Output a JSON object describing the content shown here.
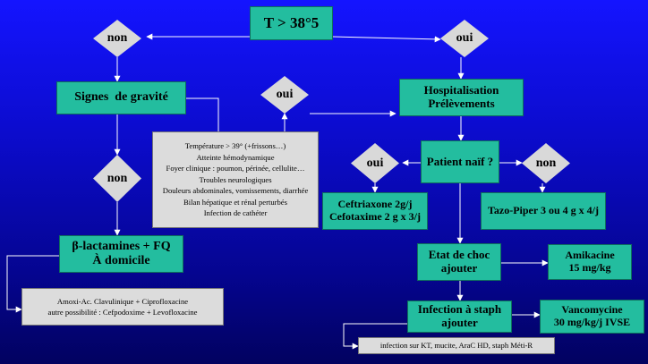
{
  "nodes": {
    "fever": "T > 38°5",
    "severity_signs": "Signes  de gravité",
    "hospitalisation": [
      "Hospitalisation",
      "Prélèvements"
    ],
    "naive_patient": "Patient naïf ?",
    "ceftriaxone": [
      "Ceftriaxone 2g/j",
      "Cefotaxime 2 g x 3/j"
    ],
    "tazo": "Tazo-Piper 3 ou 4 g x 4/j",
    "shock": [
      "Etat de choc",
      "ajouter"
    ],
    "amikacine": [
      "Amikacine",
      "15 mg/kg"
    ],
    "staph": [
      "Infection à staph",
      "ajouter"
    ],
    "vancomycine": [
      "Vancomycine",
      "30 mg/kg/j IVSE"
    ],
    "lactamines": [
      "β-lactamines + FQ",
      "À domicile"
    ]
  },
  "decisions": {
    "non_top": "non",
    "oui_top": "oui",
    "oui_mid": "oui",
    "non_left": "non",
    "oui_right": "oui",
    "non_right": "non"
  },
  "notes": {
    "severity_criteria": [
      "Température > 39° (+frissons…)",
      "Atteinte hémodynamique",
      "Foyer clinique : poumon, périnée, cellulite…",
      "Troubles neurologiques",
      "Douleurs abdominales, vomissements, diarrhée",
      "Bilan hépatique et rénal perturbés",
      "Infection de cathéter"
    ],
    "outpatient": [
      "Amoxi-Ac. Clavulinique + Ciprofloxacine",
      "autre possibilité : Cefpodoxime + Levofloxacine"
    ],
    "staph_examples": "infection sur KT, mucite, AraC HD, staph Méti-R"
  },
  "colors": {
    "box_fill": "#23bd9f",
    "diamond_fill": "#d9d9d9",
    "note_fill": "#dcdcdc",
    "background": "#0b0bc8",
    "connector": "#ffffff"
  }
}
